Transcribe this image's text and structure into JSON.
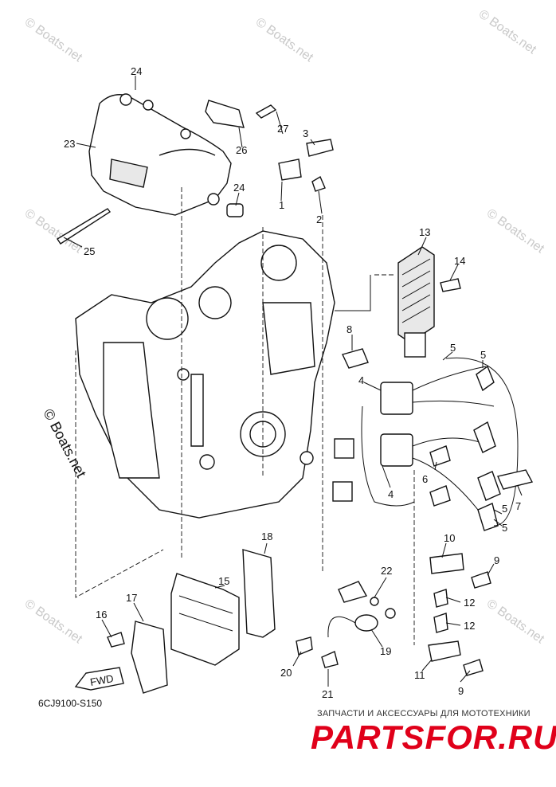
{
  "drawing_code": "6CJ9100-S150",
  "watermark": "© Boats.net",
  "direction_label": "FWD",
  "shop": {
    "tagline": "ЗАПЧАСТИ И АКСЕССУАРЫ ДЛЯ МОТОТЕХНИКИ",
    "logo": "PARTSFOR.RU"
  },
  "callouts": [
    "1",
    "2",
    "3",
    "4",
    "4",
    "5",
    "5",
    "5",
    "5",
    "6",
    "7",
    "8",
    "9",
    "9",
    "10",
    "11",
    "12",
    "12",
    "13",
    "14",
    "15",
    "16",
    "17",
    "18",
    "19",
    "20",
    "21",
    "22",
    "23",
    "24",
    "24",
    "25",
    "26",
    "27"
  ]
}
